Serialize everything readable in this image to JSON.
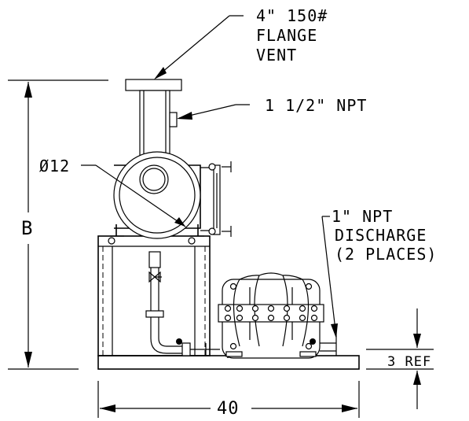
{
  "labels": {
    "flange_line1": "4\" 150#",
    "flange_line2": "FLANGE",
    "flange_line3": "VENT",
    "npt_side": "1 1/2\" NPT",
    "diameter": "Ø12",
    "height_dim": "B",
    "discharge_line1": "1\" NPT",
    "discharge_line2": "DISCHARGE",
    "discharge_line3": "(2 PLACES)",
    "ref_dim": "3 REF",
    "width_dim": "40"
  }
}
